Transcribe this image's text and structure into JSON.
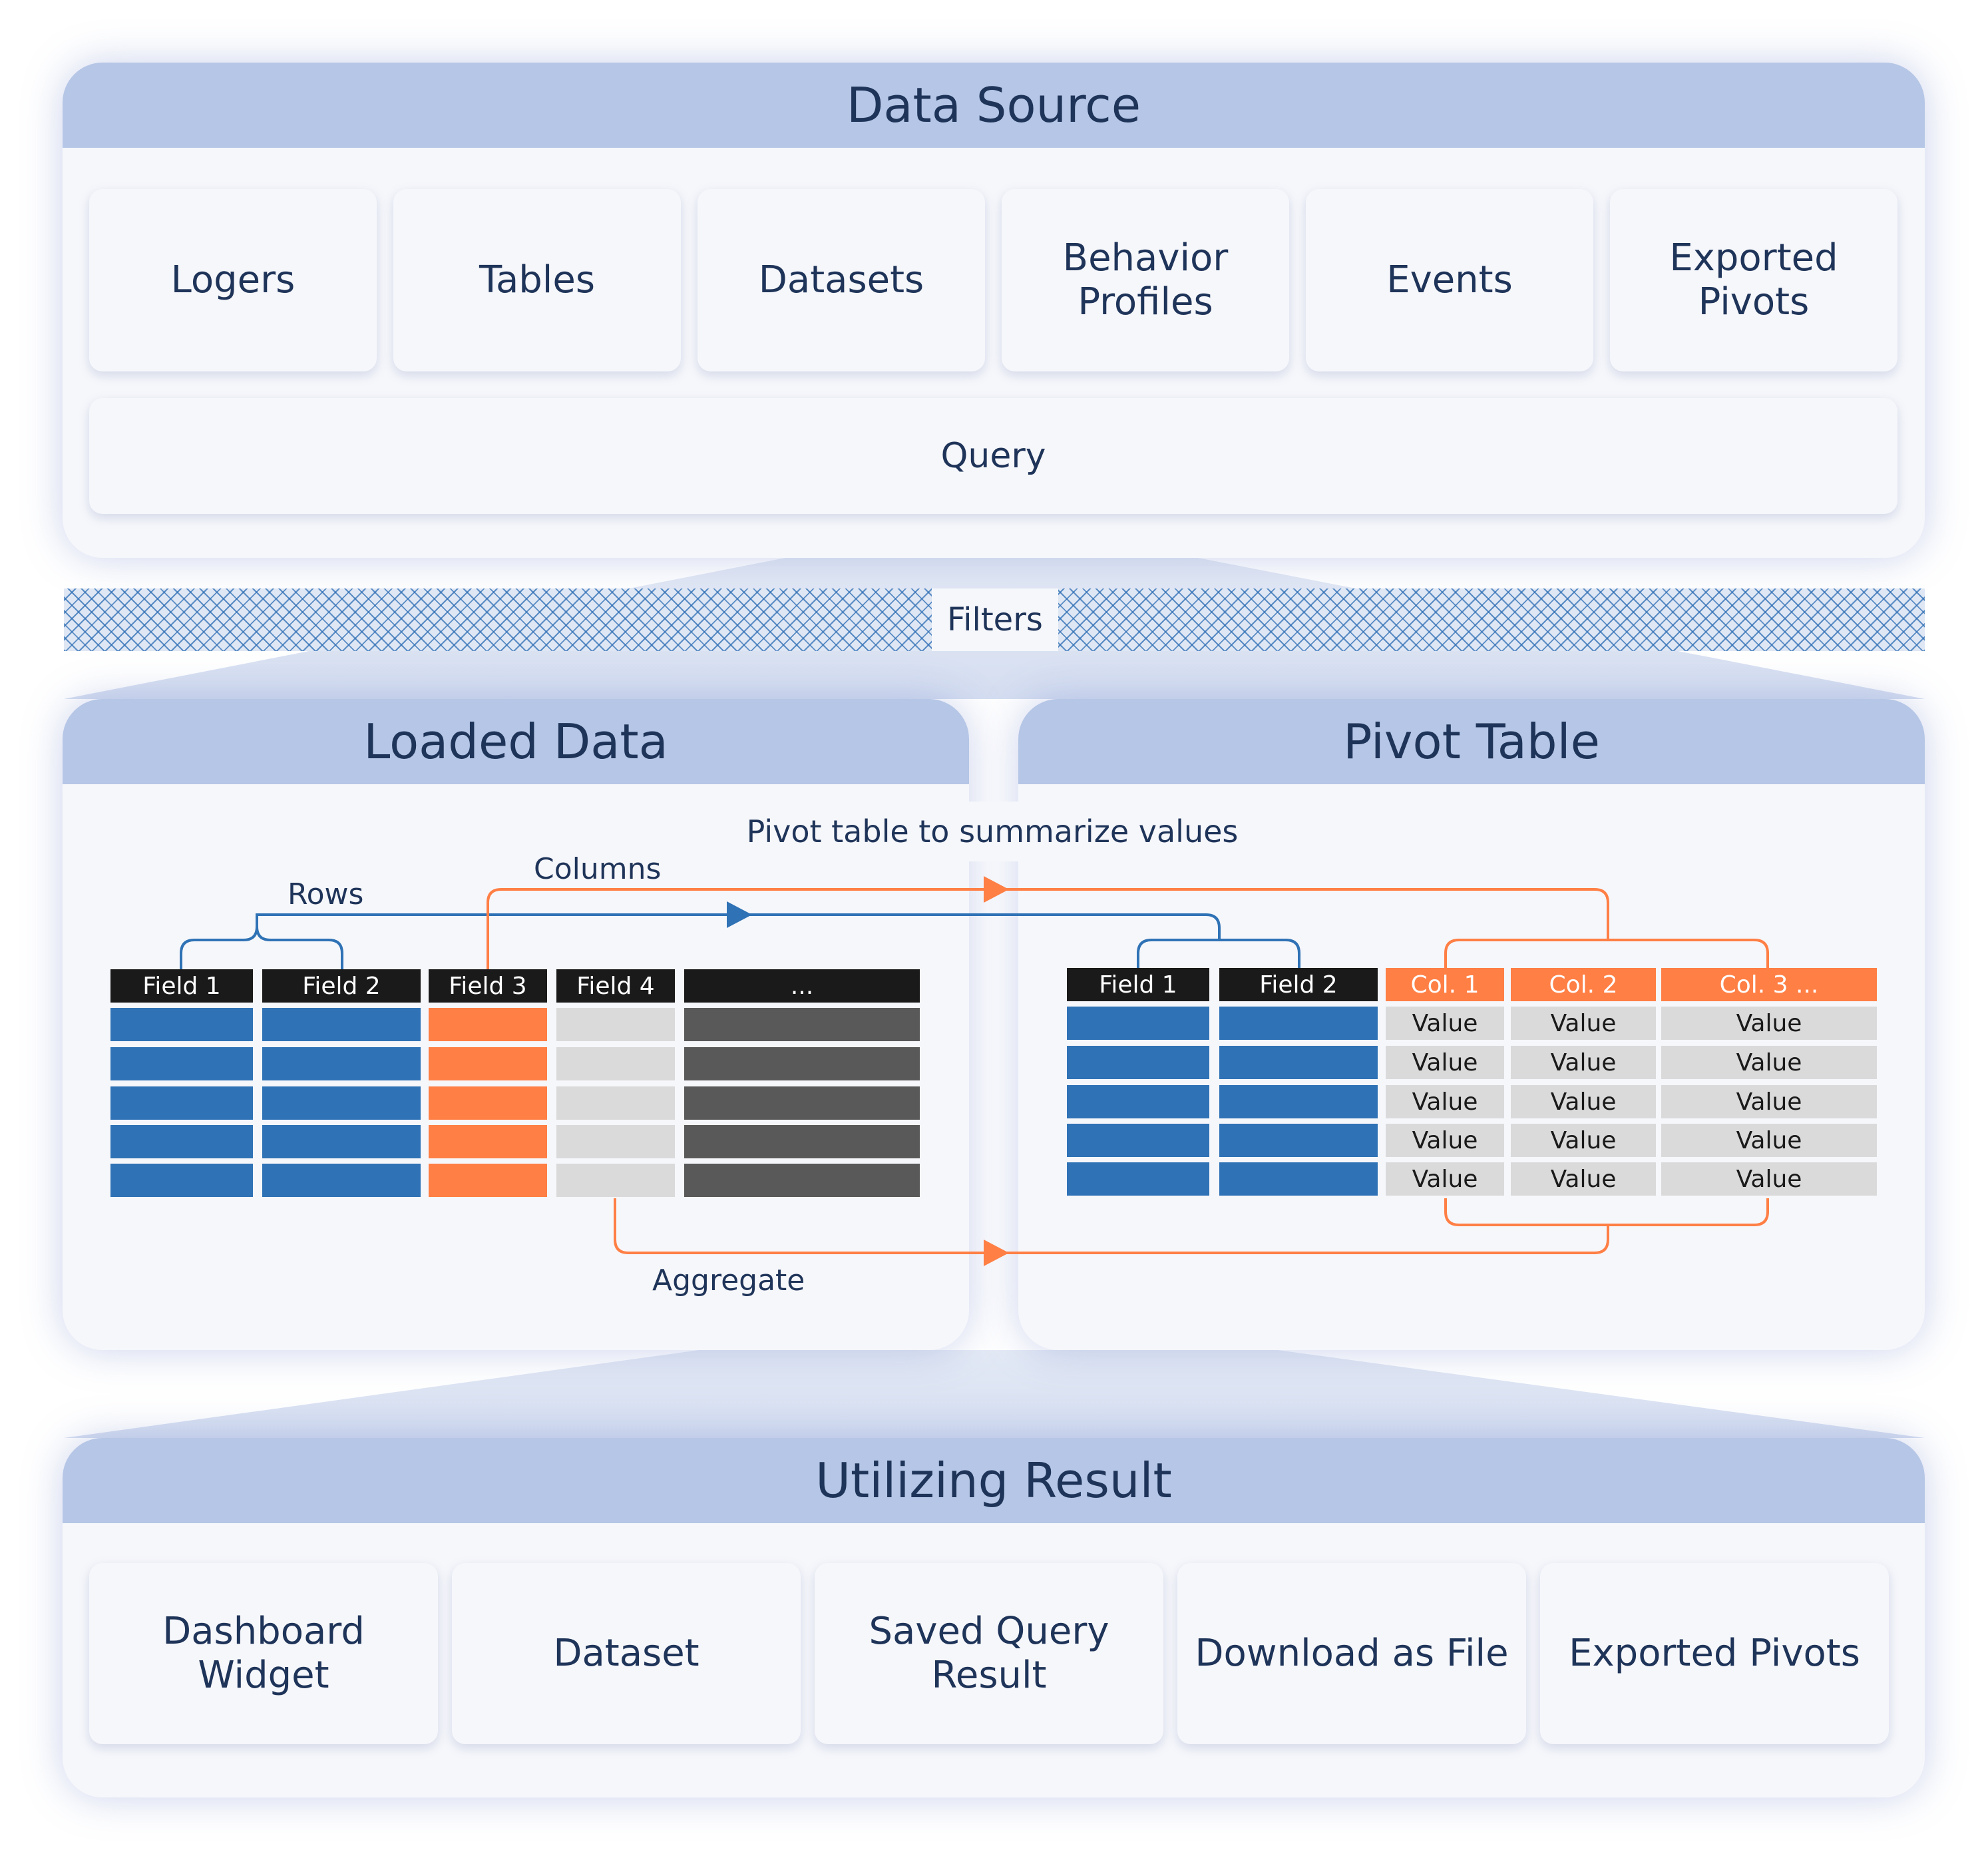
{
  "data_source": {
    "title": "Data Source",
    "sources": [
      "Logers",
      "Tables",
      "Datasets",
      "Behavior\nProfiles",
      "Events",
      "Exported\nPivots"
    ],
    "query_label": "Query"
  },
  "filters": {
    "label": "Filters"
  },
  "loaded_data": {
    "title": "Loaded Data",
    "headers": [
      "Field 1",
      "Field 2",
      "Field 3",
      "Field 4",
      "..."
    ]
  },
  "pivot_table": {
    "title": "Pivot Table",
    "subtitle": "Pivot table to summarize values",
    "field_headers": [
      "Field 1",
      "Field 2"
    ],
    "col_headers": [
      "Col. 1",
      "Col. 2",
      "Col. 3 ..."
    ],
    "value_label": "Value"
  },
  "flow_labels": {
    "rows": "Rows",
    "columns": "Columns",
    "aggregate": "Aggregate"
  },
  "colors": {
    "header_band": "#b5c6e6",
    "rows_blue": "#2f72b5",
    "columns_orange": "#ff7f45",
    "value_grey": "#dadada",
    "dark_grey": "#595959"
  },
  "utilizing_result": {
    "title": "Utilizing Result",
    "items": [
      "Dashboard\nWidget",
      "Dataset",
      "Saved Query\nResult",
      "Download as File",
      "Exported Pivots"
    ]
  }
}
